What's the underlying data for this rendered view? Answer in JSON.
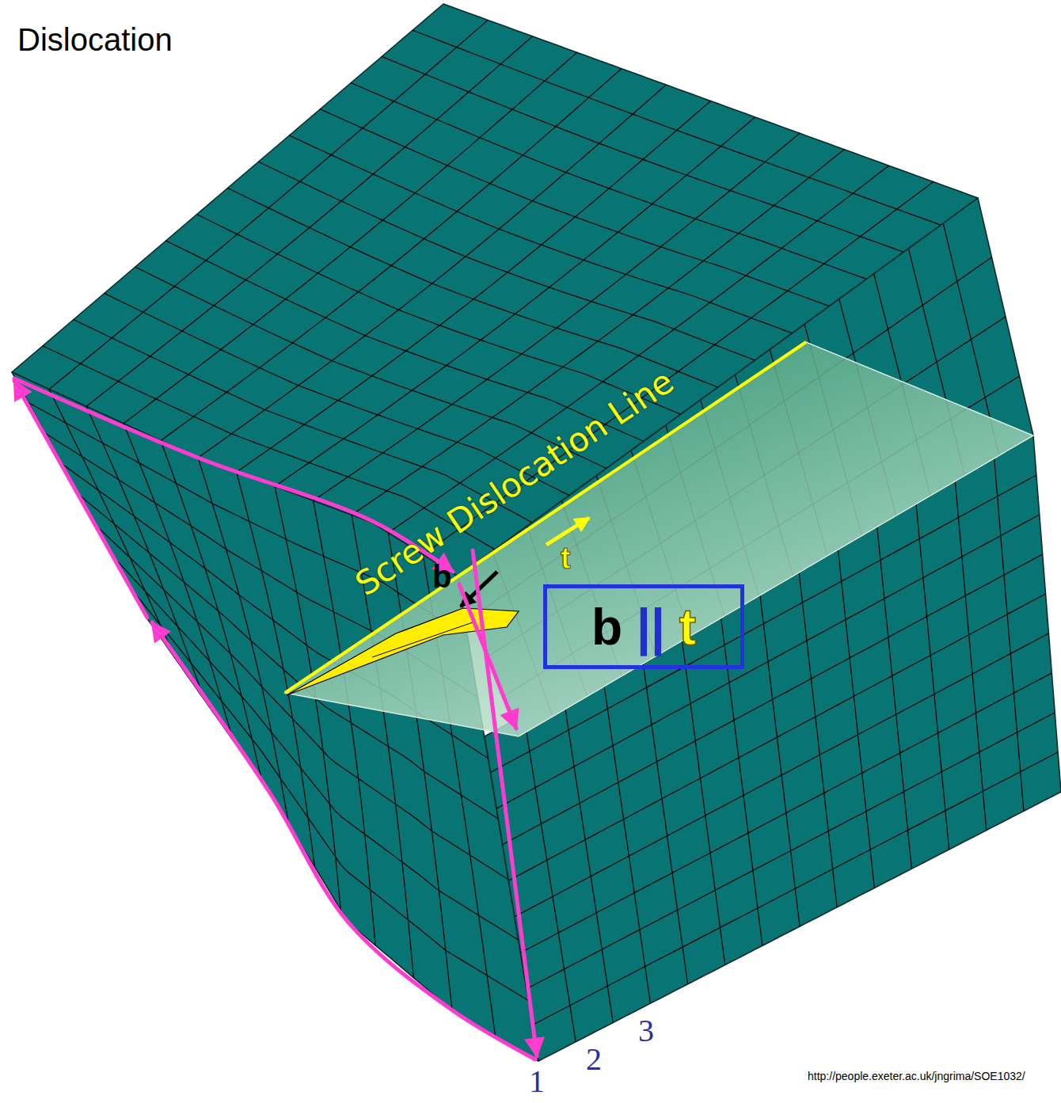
{
  "diagram": {
    "title": "Dislocation",
    "nodes": [
      {
        "text": [
          "b",
          "||",
          "t"
        ]
      }
    ],
    "labels": [
      "Screw Dislocation Line",
      "t",
      "b",
      "1",
      "2",
      "3",
      "http://people.exeter.ac.uk/jngrima/SOE1032/"
    ]
  }
}
